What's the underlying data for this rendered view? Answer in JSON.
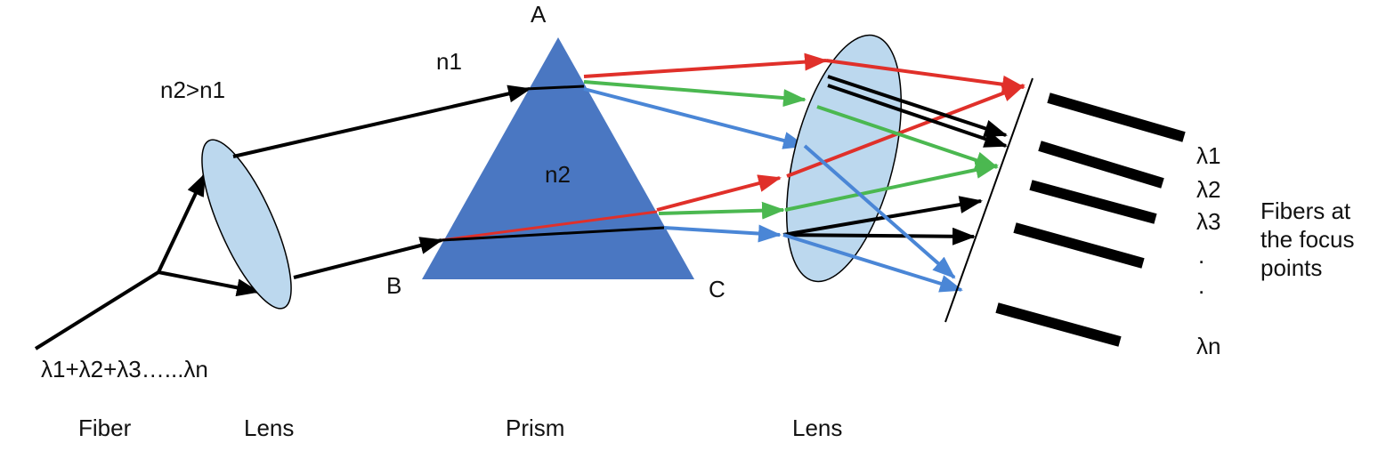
{
  "labels": {
    "fiber": "Fiber",
    "lens1": "Lens",
    "prism": "Prism",
    "lens2": "Lens",
    "input_signal": "λ1+λ2+λ3…...λn",
    "index_condition": "n2>n1",
    "n1": "n1",
    "n2": "n2",
    "vertex_a": "A",
    "vertex_b": "B",
    "vertex_c": "C",
    "out_l1": "λ1",
    "out_l2": "λ2",
    "out_l3": "λ3",
    "dot1": ".",
    "dot2": ".",
    "out_ln": "λn",
    "fibers_line1": "Fibers at",
    "fibers_line2": "the focus",
    "fibers_line3": "points"
  },
  "colors": {
    "prism_fill": "#4a77c2",
    "lens_fill": "#bcd8ee",
    "ray_red": "#e0302a",
    "ray_green": "#4bb850",
    "ray_blue": "#4a86d6",
    "ray_black": "#000000"
  }
}
